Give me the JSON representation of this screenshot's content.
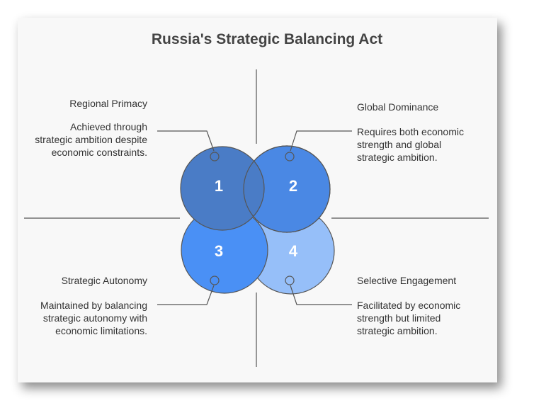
{
  "title": "Russia's Strategic Balancing Act",
  "quadrants": [
    {
      "number": "1",
      "heading": "Regional Primacy",
      "description": "Achieved through strategic ambition despite economic constraints.",
      "color": "#4a7cc6"
    },
    {
      "number": "2",
      "heading": "Global Dominance",
      "description": "Requires both economic strength and global strategic ambition.",
      "color": "#4a88e4"
    },
    {
      "number": "3",
      "heading": "Strategic Autonomy",
      "description": "Maintained by balancing strategic autonomy with economic limitations.",
      "color": "#4a90f5"
    },
    {
      "number": "4",
      "heading": "Selective Engagement",
      "description": "Facilitated by economic strength but limited strategic ambition.",
      "color": "#96bff9"
    }
  ]
}
